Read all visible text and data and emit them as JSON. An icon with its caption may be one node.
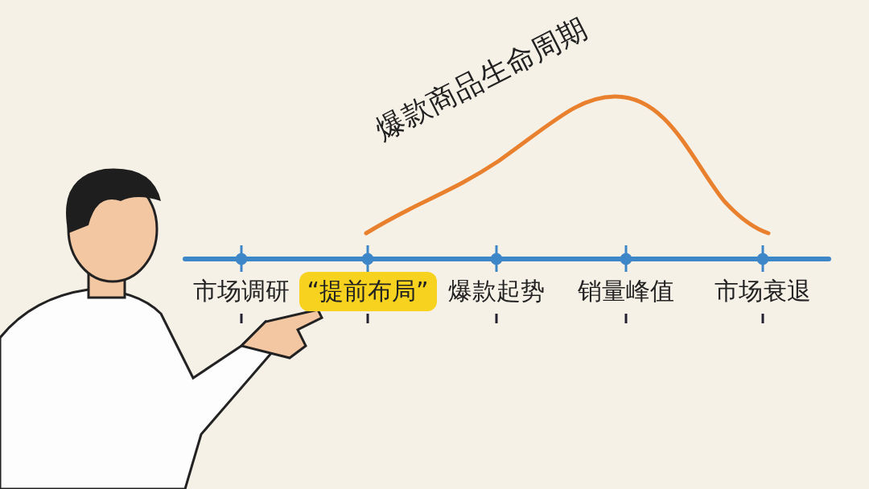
{
  "diagram": {
    "title": "爆款商品生命周期",
    "nodes": [
      {
        "text": [
          "“提前布局”"
        ]
      }
    ],
    "labels": [
      "市场调研",
      "爆款起势",
      "销量峰值",
      "市场衰退"
    ]
  }
}
